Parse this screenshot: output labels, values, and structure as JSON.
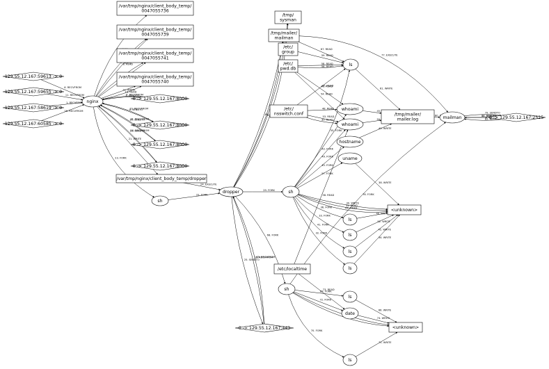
{
  "nodes": [
    {
      "id": "f5736",
      "shape": "box",
      "lines": [
        "/var/tmp/nginx/client_body_temp/",
        "0047055736"
      ]
    },
    {
      "id": "f5739",
      "shape": "box",
      "lines": [
        "/var/tmp/nginx/client_body_temp/",
        "0047055739"
      ]
    },
    {
      "id": "f5741",
      "shape": "box",
      "lines": [
        "/var/tmp/nginx/client_body_temp/",
        "0047055741"
      ]
    },
    {
      "id": "f5740",
      "shape": "box",
      "lines": [
        "/var/tmp/nginx/client_body_temp/",
        "0047055740"
      ]
    },
    {
      "id": "fdrop",
      "shape": "box",
      "lines": [
        "/var/tmp/nginx/client_body_temp/dropper"
      ]
    },
    {
      "id": "s59613",
      "shape": "diamond",
      "lines": [
        "129.55.12.167:59613 -> 0"
      ]
    },
    {
      "id": "s59655",
      "shape": "diamond",
      "lines": [
        "129.55.12.167:59655 -> 0"
      ]
    },
    {
      "id": "s58619",
      "shape": "diamond",
      "lines": [
        "129.55.12.167:58619 -> 0"
      ]
    },
    {
      "id": "s60585",
      "shape": "diamond",
      "lines": [
        "129.55.12.167:60585 -> 0"
      ]
    },
    {
      "id": "nginx",
      "shape": "ellipse",
      "lines": [
        "nginx"
      ]
    },
    {
      "id": "d8000a",
      "shape": "diamond",
      "lines": [
        "0 -> 129.55.12.167:8000"
      ]
    },
    {
      "id": "d8000b",
      "shape": "diamond",
      "lines": [
        "0 -> 129.55.12.167:8000"
      ]
    },
    {
      "id": "d8000c",
      "shape": "diamond",
      "lines": [
        "0 -> 129.55.12.167:8000"
      ]
    },
    {
      "id": "d8000d",
      "shape": "diamond",
      "lines": [
        "0 -> 129.55.12.167:8000"
      ]
    },
    {
      "id": "sh0",
      "shape": "ellipse",
      "lines": [
        "sh"
      ]
    },
    {
      "id": "dropper",
      "shape": "ellipse",
      "lines": [
        "dropper"
      ]
    },
    {
      "id": "d443",
      "shape": "diamond",
      "lines": [
        "0 -> 129.55.12.167:443"
      ]
    },
    {
      "id": "sysman",
      "shape": "box",
      "lines": [
        "/tmp/",
        "sysman"
      ]
    },
    {
      "id": "tmpmailer",
      "shape": "box",
      "lines": [
        "/tmp/mailer/",
        "mailman"
      ]
    },
    {
      "id": "etcgroup",
      "shape": "box",
      "lines": [
        "/etc/",
        "group"
      ]
    },
    {
      "id": "pwddb",
      "shape": "box",
      "lines": [
        "/etc/",
        "pwd.db"
      ]
    },
    {
      "id": "nsswitch",
      "shape": "box",
      "lines": [
        "/etc/",
        "nsswitch.conf"
      ]
    },
    {
      "id": "ls1",
      "shape": "ellipse",
      "lines": [
        "ls"
      ]
    },
    {
      "id": "whoami1",
      "shape": "ellipse",
      "lines": [
        "whoami"
      ]
    },
    {
      "id": "whoami2",
      "shape": "ellipse",
      "lines": [
        "whoami"
      ]
    },
    {
      "id": "hostname",
      "shape": "ellipse",
      "lines": [
        "hostname"
      ]
    },
    {
      "id": "uname",
      "shape": "ellipse",
      "lines": [
        "uname"
      ]
    },
    {
      "id": "maillog",
      "shape": "box",
      "lines": [
        "/tmp/mailer/",
        "mailer.log"
      ]
    },
    {
      "id": "mailman",
      "shape": "ellipse",
      "lines": [
        "mailman"
      ]
    },
    {
      "id": "d2525",
      "shape": "diamond",
      "lines": [
        "0 -> 129.55.12.167:2525"
      ]
    },
    {
      "id": "sh1",
      "shape": "ellipse",
      "lines": [
        "sh"
      ]
    },
    {
      "id": "unk1",
      "shape": "box",
      "lines": [
        "<unknown>"
      ]
    },
    {
      "id": "ls2",
      "shape": "ellipse",
      "lines": [
        "ls"
      ]
    },
    {
      "id": "ls3",
      "shape": "ellipse",
      "lines": [
        "ls"
      ]
    },
    {
      "id": "ls4",
      "shape": "ellipse",
      "lines": [
        "ls"
      ]
    },
    {
      "id": "ls5",
      "shape": "ellipse",
      "lines": [
        "ls"
      ]
    },
    {
      "id": "localtime",
      "shape": "box",
      "lines": [
        "/etc/localtime"
      ]
    },
    {
      "id": "sh2",
      "shape": "ellipse",
      "lines": [
        "sh"
      ]
    },
    {
      "id": "ls6",
      "shape": "ellipse",
      "lines": [
        "ls"
      ]
    },
    {
      "id": "date",
      "shape": "ellipse",
      "lines": [
        "date"
      ]
    },
    {
      "id": "unk2",
      "shape": "box",
      "lines": [
        "<unknown>"
      ]
    },
    {
      "id": "ls7",
      "shape": "ellipse",
      "lines": [
        "ls"
      ]
    }
  ],
  "edges": [
    {
      "from": "nginx",
      "to": "f5736",
      "label": "2. WRITE"
    },
    {
      "from": "nginx",
      "to": "f5739",
      "label": "7. WRITE"
    },
    {
      "from": "nginx",
      "to": "f5739",
      "label": "8. READ"
    },
    {
      "from": "nginx",
      "to": "f5741",
      "label": "17. WRITE"
    },
    {
      "from": "nginx",
      "to": "f5741",
      "label": "18. READ"
    },
    {
      "from": "nginx",
      "to": "f5740",
      "label": "12. WRITE"
    },
    {
      "from": "nginx",
      "to": "f5740",
      "label": "13. READ"
    },
    {
      "from": "s59613",
      "to": "nginx",
      "label": "6. RECVFROM"
    },
    {
      "from": "s59655",
      "to": "nginx",
      "label": "11. RECVFROM"
    },
    {
      "from": "s58619",
      "to": "nginx",
      "label": "1. RECVFROM"
    },
    {
      "from": "s60585",
      "to": "nginx",
      "label": "16. RECVFROM"
    },
    {
      "from": "nginx",
      "to": "d8000a",
      "label": "3. SENDTO"
    },
    {
      "from": "d8000a",
      "to": "nginx",
      "label": "4. RECVFROM"
    },
    {
      "from": "nginx",
      "to": "d8000b",
      "label": "9. SENDTO"
    },
    {
      "from": "d8000b",
      "to": "nginx",
      "label": "10. RECVFROM"
    },
    {
      "from": "nginx",
      "to": "d8000c",
      "label": "14. SENDTO"
    },
    {
      "from": "d8000c",
      "to": "nginx",
      "label": "15. RECVFROM"
    },
    {
      "from": "nginx",
      "to": "d8000d",
      "label": "19. SENDTO"
    },
    {
      "from": "d8000d",
      "to": "nginx",
      "label": "20. RECVFROM"
    },
    {
      "from": "nginx",
      "to": "fdrop",
      "label": "21. WRITE"
    },
    {
      "from": "nginx",
      "to": "sh0",
      "label": "23. FORK"
    },
    {
      "from": "fdrop",
      "to": "dropper",
      "label": "24. EXECUTE"
    },
    {
      "from": "sh0",
      "to": "dropper",
      "label": "22. FORK"
    },
    {
      "from": "dropper",
      "to": "sysman",
      "label": "28. OS_UNKNOWN"
    },
    {
      "from": "dropper",
      "to": "sysman",
      "label": "27. WRITE"
    },
    {
      "from": "dropper",
      "to": "tmpmailer",
      "label": "64. OS_UNKNOWN"
    },
    {
      "from": "dropper",
      "to": "tmpmailer",
      "label": "63. WRITE"
    },
    {
      "from": "dropper",
      "to": "sh1",
      "label": "29. FORK"
    },
    {
      "from": "dropper",
      "to": "sh2",
      "label": "68. FORK"
    },
    {
      "from": "dropper",
      "to": "d443",
      "label": "25. SENDTO"
    },
    {
      "from": "d443",
      "to": "dropper",
      "label": "26. RECVFROM"
    },
    {
      "from": "d443",
      "to": "dropper",
      "label": "65. RECVFROM"
    },
    {
      "from": "tmpmailer",
      "to": "ls1",
      "label": "67. READ"
    },
    {
      "from": "tmpmailer",
      "to": "mailman",
      "label": "77. EXECUTE"
    },
    {
      "from": "etcgroup",
      "to": "ls1",
      "label": "59. READ"
    },
    {
      "from": "pwddb",
      "to": "ls1",
      "label": "58. READ"
    },
    {
      "from": "pwddb",
      "to": "ls1",
      "label": "56. READ"
    },
    {
      "from": "pwddb",
      "to": "whoami1",
      "label": "46. READ"
    },
    {
      "from": "pwddb",
      "to": "whoami2",
      "label": "54. READ"
    },
    {
      "from": "nsswitch",
      "to": "ls1",
      "label": "37. READ"
    },
    {
      "from": "nsswitch",
      "to": "whoami1",
      "label": "48. READ"
    },
    {
      "from": "nsswitch",
      "to": "whoami2",
      "label": "53. READ"
    },
    {
      "from": "nsswitch",
      "to": "whoami2",
      "label": "30. READ"
    },
    {
      "from": "ls1",
      "to": "maillog",
      "label": "61. WRITE"
    },
    {
      "from": "whoami1",
      "to": "maillog",
      "label": "45. WRITE"
    },
    {
      "from": "whoami2",
      "to": "maillog",
      "label": "50. WRITE"
    },
    {
      "from": "hostname",
      "to": "maillog",
      "label": "40. WRITE"
    },
    {
      "from": "maillog",
      "to": "mailman",
      "label": "80. READ"
    },
    {
      "from": "mailman",
      "to": "d2525",
      "label": "79. SENDTO"
    },
    {
      "from": "d2525",
      "to": "mailman",
      "label": "82. RECVFROM"
    },
    {
      "from": "mailman",
      "to": "d2525",
      "label": "81. SENDTO"
    },
    {
      "from": "d2525",
      "to": "mailman",
      "label": "78. RECVFROM"
    },
    {
      "from": "sh1",
      "to": "ls1",
      "label": "55. FORK"
    },
    {
      "from": "sh1",
      "to": "whoami1",
      "label": "42. FORK"
    },
    {
      "from": "sh1",
      "to": "whoami2",
      "label": "49. FORK"
    },
    {
      "from": "sh1",
      "to": "hostname",
      "label": "40. FORK"
    },
    {
      "from": "sh1",
      "to": "uname",
      "label": "57. FORK"
    },
    {
      "from": "uname",
      "to": "unk1",
      "label": "38. WRITE"
    },
    {
      "from": "sh1",
      "to": "unk1",
      "label": "30. WRITE"
    },
    {
      "from": "sh1",
      "to": "unk1",
      "label": "31. READ"
    },
    {
      "from": "sh1",
      "to": "unk1",
      "label": "62. READ"
    },
    {
      "from": "sh1",
      "to": "ls2",
      "label": "36. FORK"
    },
    {
      "from": "sh1",
      "to": "ls3",
      "label": "33. FORK"
    },
    {
      "from": "sh1",
      "to": "ls4",
      "label": "41. FORK"
    },
    {
      "from": "sh1",
      "to": "ls5",
      "label": "32. FORK"
    },
    {
      "from": "ls2",
      "to": "unk1",
      "label": "40. WRITE"
    },
    {
      "from": "ls3",
      "to": "unk1",
      "label": "52. WRITE"
    },
    {
      "from": "ls4",
      "to": "unk1",
      "label": "42. WRITE"
    },
    {
      "from": "ls5",
      "to": "unk1",
      "label": "34. WRITE"
    },
    {
      "from": "localtime",
      "to": "whoami2",
      "label": "38. READ"
    },
    {
      "from": "localtime",
      "to": "date",
      "label": "73. READ"
    },
    {
      "from": "sh2",
      "to": "mailman",
      "label": "76. FORK"
    },
    {
      "from": "sh2",
      "to": "ls6",
      "label": "69. FORK"
    },
    {
      "from": "sh2",
      "to": "date",
      "label": "72. FORK"
    },
    {
      "from": "sh2",
      "to": "ls7",
      "label": "70. FORK"
    },
    {
      "from": "sh2",
      "to": "unk2",
      "label": "69. READ"
    },
    {
      "from": "sh2",
      "to": "unk2",
      "label": "75. READ"
    },
    {
      "from": "date",
      "to": "unk2",
      "label": "74. WRITE"
    },
    {
      "from": "ls6",
      "to": "unk2",
      "label": "66. WRITE"
    },
    {
      "from": "ls7",
      "to": "unk2",
      "label": "71. WRITE"
    }
  ]
}
